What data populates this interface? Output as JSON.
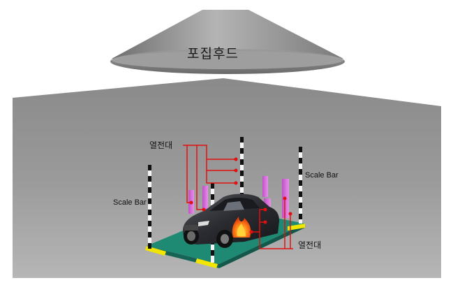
{
  "hood": {
    "label": "포집후드"
  },
  "labels": {
    "thermocouple_top": "열전대",
    "thermocouple_bottom": "열전대",
    "scale_bar_left": "Scale Bar",
    "scale_bar_right": "Scale Bar"
  },
  "colors": {
    "floor": "#8e8e8e",
    "wall": "#9a9a9a",
    "hood": "#8c8c8c",
    "platform": "#1f8a74",
    "thermocouple_panel": "#d060d0",
    "leader_line": "#e01010",
    "scale_bar_stripe": "#111111",
    "car": "#2a2a2e",
    "fire": "#ff5a10",
    "platform_marker": "#f2e600"
  }
}
